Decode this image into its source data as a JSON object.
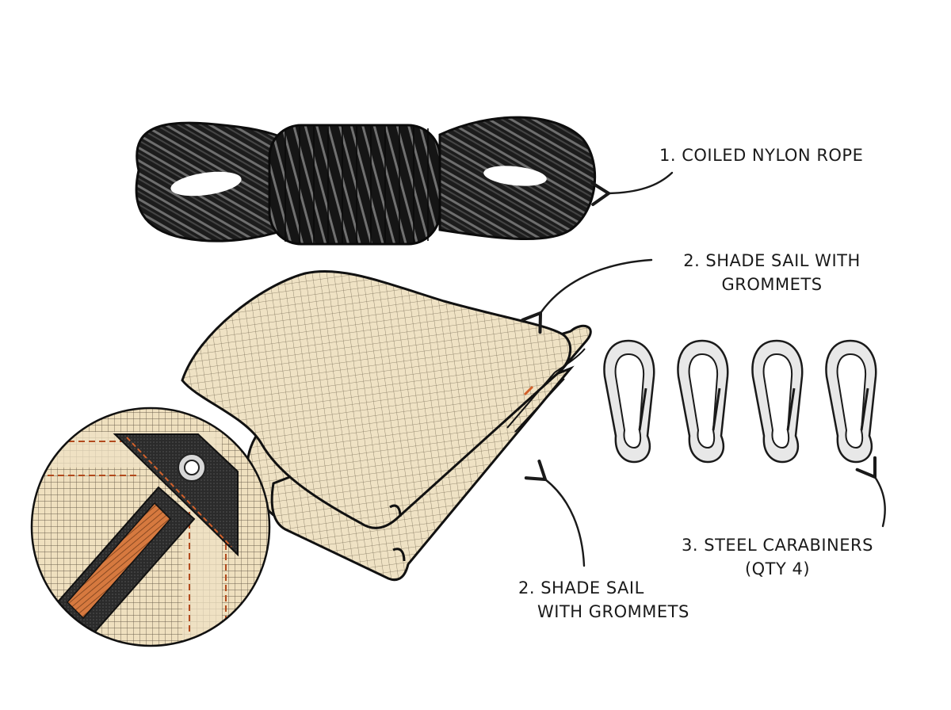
{
  "diagram": {
    "background": "#ffffff",
    "colors": {
      "rope": "#1c1c1c",
      "rope_highlight": "#6a6a6a",
      "sail_fabric": "#efe2c4",
      "sail_grid": "#4a4030",
      "outline": "#111111",
      "corner_patch": "#2a2a2a",
      "webbing_orange": "#d9763a",
      "grommet_silver": "#c8c8c8",
      "carabiner_steel": "#e6e6e6"
    },
    "items": [
      {
        "id": "rope",
        "label_line1": "1. COILED NYLON ROPE",
        "label_line2": ""
      },
      {
        "id": "sail-top",
        "label_line1": "2. SHADE SAIL WITH",
        "label_line2": "GROMMETS"
      },
      {
        "id": "carabiners",
        "label_line1": "3. STEEL CARABINERS",
        "label_line2": "(QTY 4)",
        "count": 4
      },
      {
        "id": "sail-bottom",
        "label_line1": "2. SHADE SAIL",
        "label_line2": "WITH GROMMETS"
      }
    ],
    "inset": {
      "subject": "shade sail corner detail with grommet and webbing strap"
    }
  }
}
